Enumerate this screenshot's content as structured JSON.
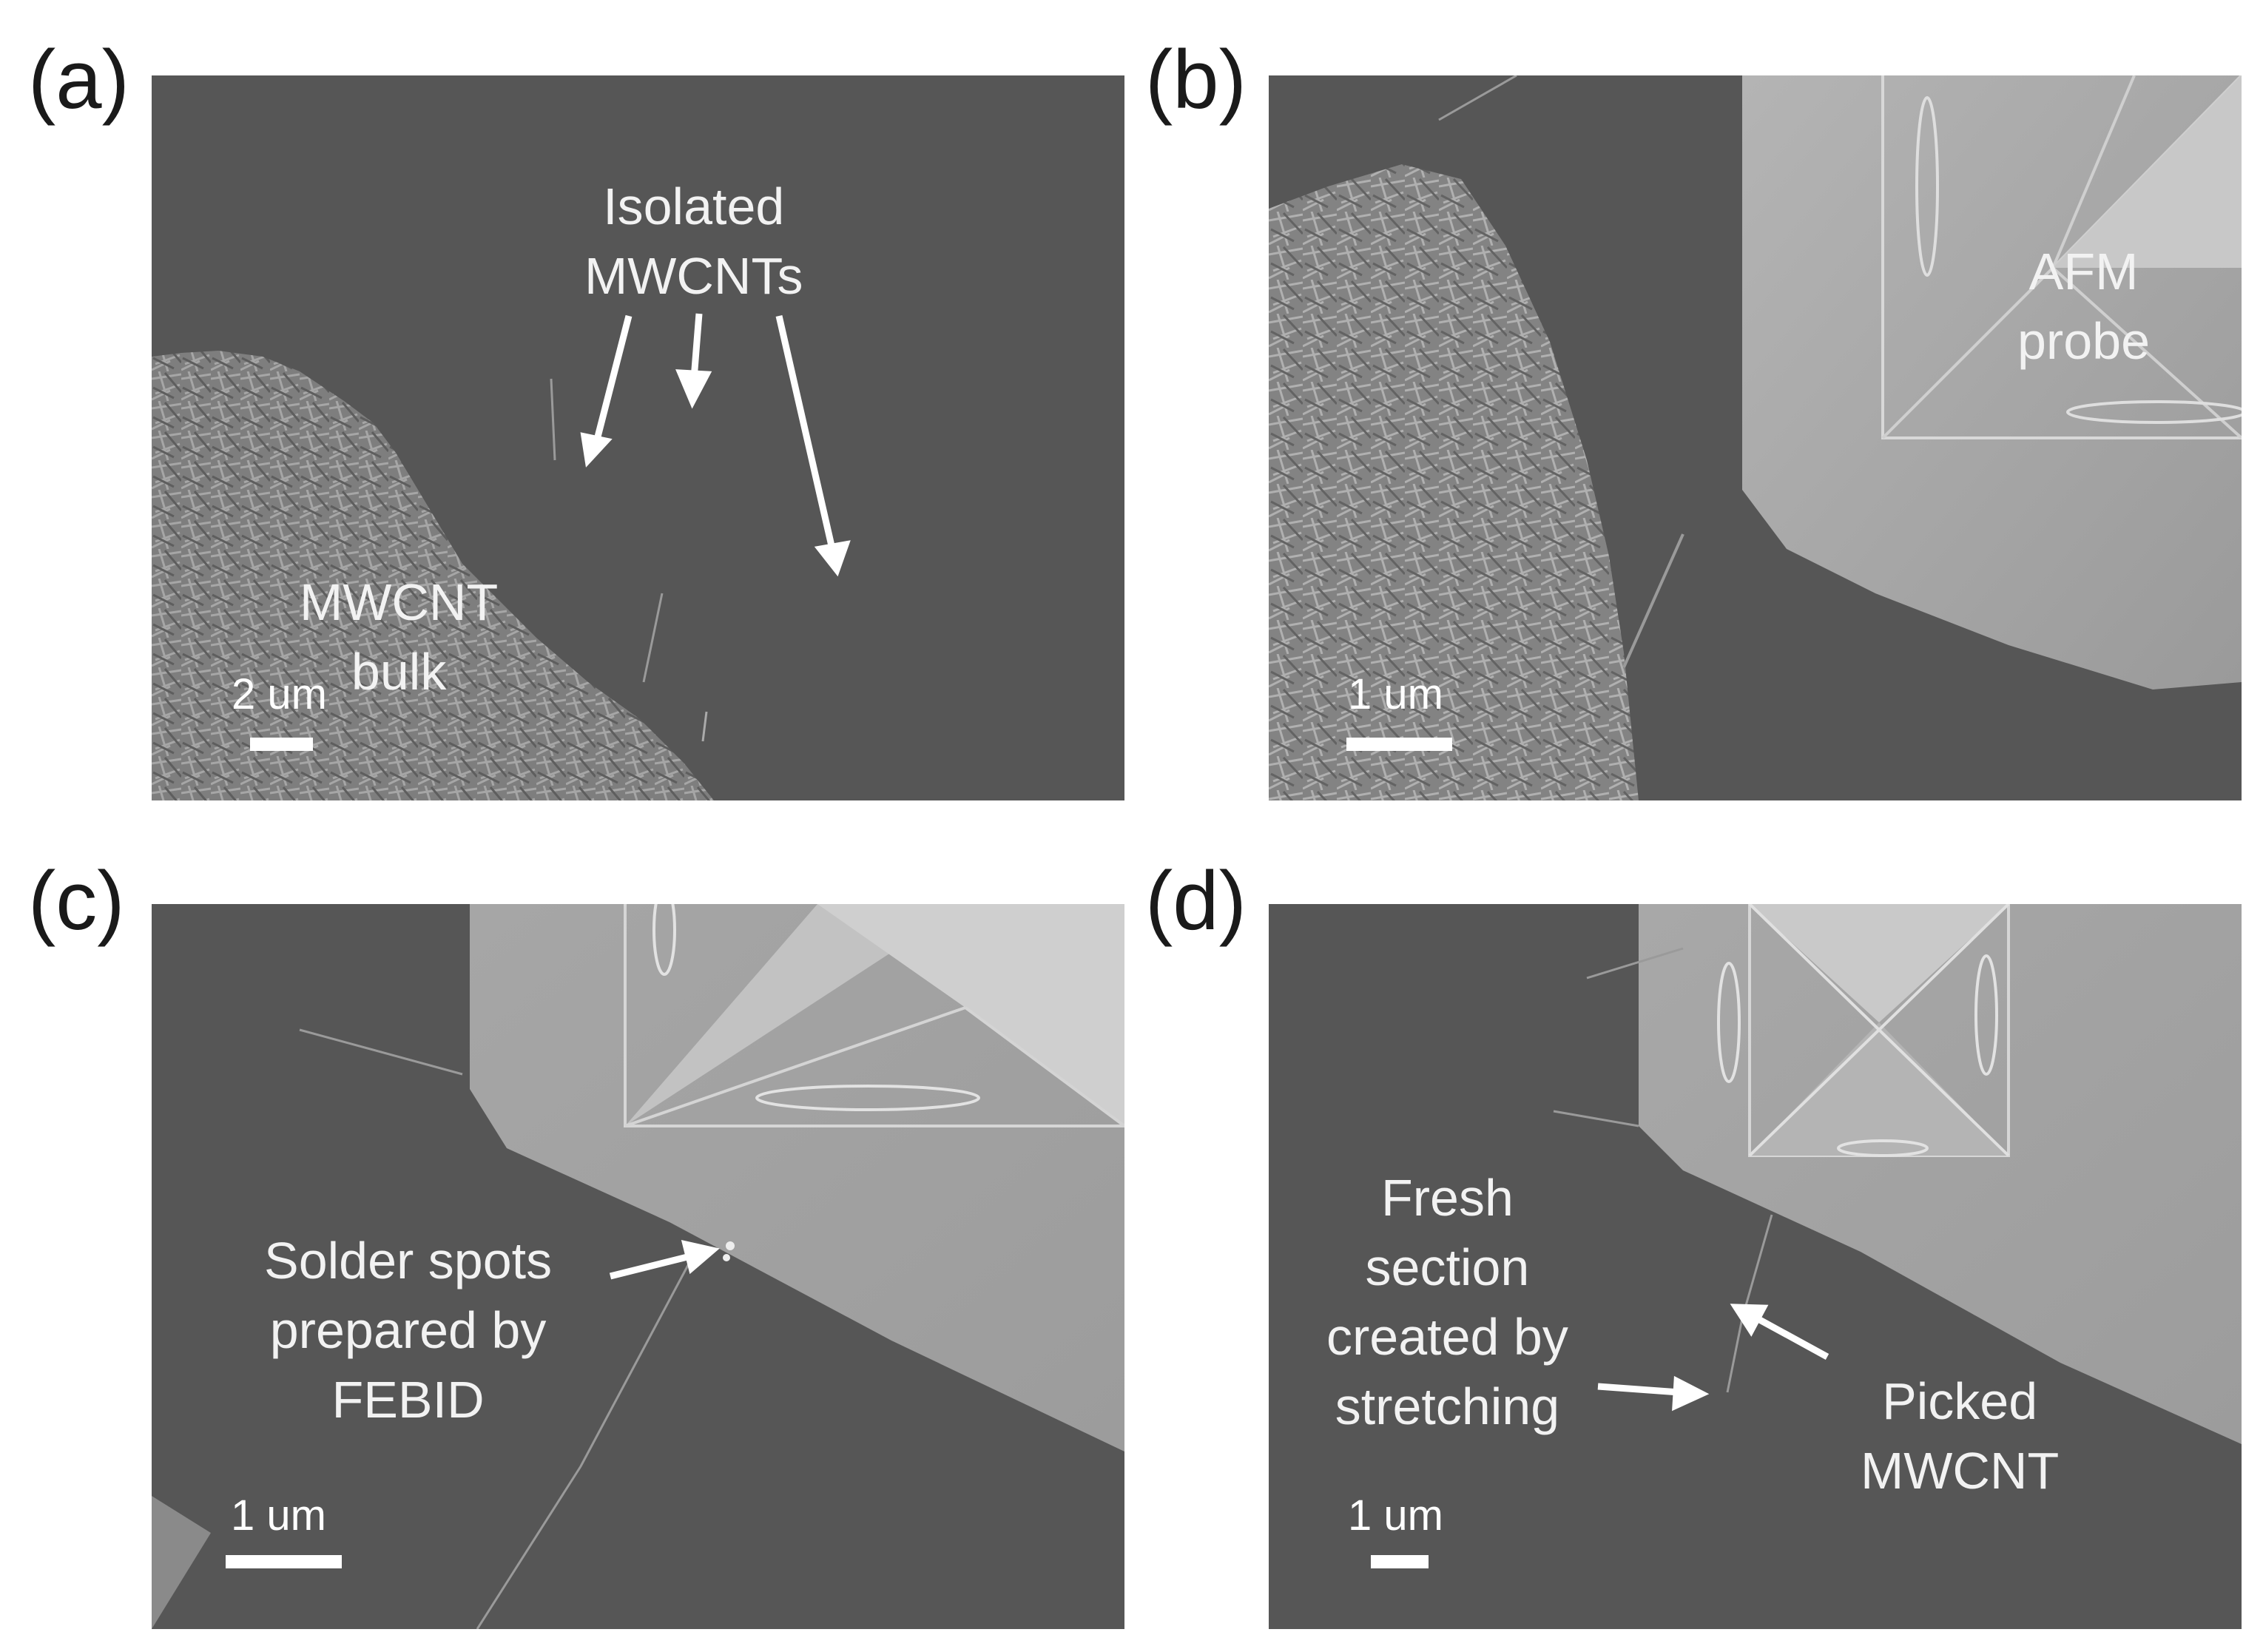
{
  "panels": {
    "a": {
      "letter": "(a)",
      "label_isolated": [
        "Isolated",
        "MWCNTs"
      ],
      "label_bulk": [
        "MWCNT",
        "bulk"
      ],
      "scale": "2 um"
    },
    "b": {
      "letter": "(b)",
      "label_probe": [
        "AFM",
        "probe"
      ],
      "scale": "1 um"
    },
    "c": {
      "letter": "(c)",
      "label_solder": [
        "Solder spots",
        "prepared by",
        "FEBID"
      ],
      "scale": "1 um"
    },
    "d": {
      "letter": "(d)",
      "label_fresh": [
        "Fresh",
        "section",
        "created by",
        "stretching"
      ],
      "label_picked": [
        "Picked",
        "MWCNT"
      ],
      "scale": "1 um"
    }
  },
  "colors": {
    "background": "#565656",
    "bulk": "#8a8a8a",
    "probe": "#a8a8a8",
    "text": "#f2f2f2"
  }
}
